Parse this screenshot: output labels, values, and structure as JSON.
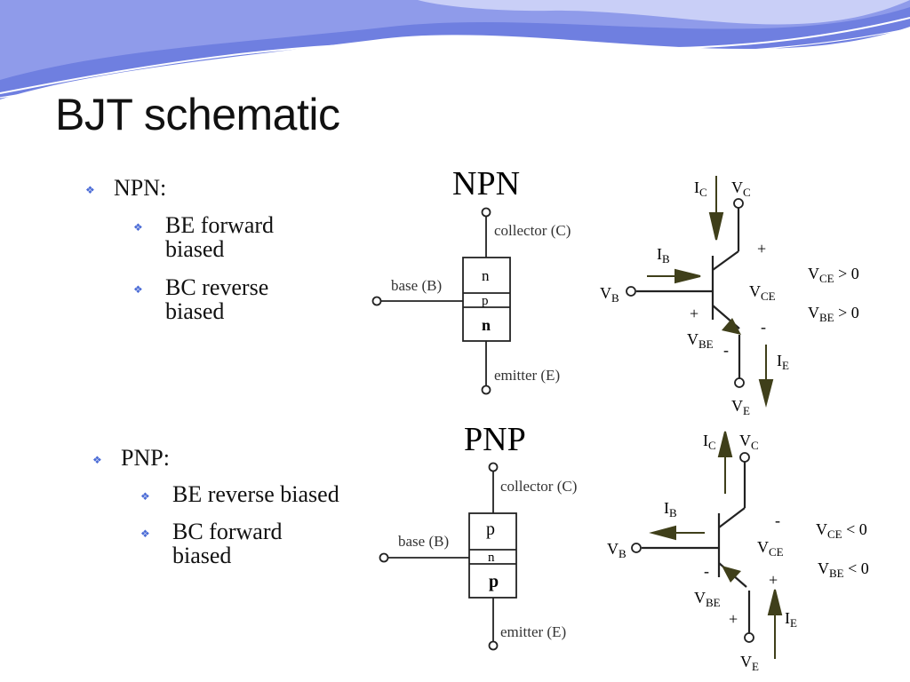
{
  "slide": {
    "title": "BJT schematic",
    "bullet_mark": "❖",
    "npn_section": {
      "heading": "NPN:",
      "items": [
        "BE forward biased",
        "BC reverse biased"
      ]
    },
    "pnp_section": {
      "heading": "PNP:",
      "items": [
        "BE reverse biased",
        "BC forward biased"
      ]
    }
  },
  "npn_diagram": {
    "title": "NPN",
    "collector_label": "collector (C)",
    "base_label": "base (B)",
    "emitter_label": "emitter (E)",
    "layers": [
      "n",
      "p",
      "n"
    ],
    "symbol": {
      "ic": {
        "main": "I",
        "sub": "C"
      },
      "vc": {
        "main": "V",
        "sub": "C"
      },
      "ib": {
        "main": "I",
        "sub": "B"
      },
      "vb": {
        "main": "V",
        "sub": "B"
      },
      "vce": {
        "main": "V",
        "sub": "CE"
      },
      "vbe": {
        "main": "V",
        "sub": "BE"
      },
      "ie": {
        "main": "I",
        "sub": "E"
      },
      "ve": {
        "main": "V",
        "sub": "E"
      },
      "plus": "+",
      "minus": "-",
      "cond_vce": {
        "main": "V",
        "sub": "CE",
        "rest": " > 0"
      },
      "cond_vbe": {
        "main": "V",
        "sub": "BE",
        "rest": " > 0"
      }
    }
  },
  "pnp_diagram": {
    "title": "PNP",
    "collector_label": "collector (C)",
    "base_label": "base (B)",
    "emitter_label": "emitter (E)",
    "layers": [
      "p",
      "n",
      "p"
    ],
    "symbol": {
      "ic": {
        "main": "I",
        "sub": "C"
      },
      "vc": {
        "main": "V",
        "sub": "C"
      },
      "ib": {
        "main": "I",
        "sub": "B"
      },
      "vb": {
        "main": "V",
        "sub": "B"
      },
      "vce": {
        "main": "V",
        "sub": "CE"
      },
      "vbe": {
        "main": "V",
        "sub": "BE"
      },
      "ie": {
        "main": "I",
        "sub": "E"
      },
      "ve": {
        "main": "V",
        "sub": "E"
      },
      "plus": "+",
      "minus": "-",
      "cond_vce": {
        "main": "V",
        "sub": "CE",
        "rest": " < 0"
      },
      "cond_vbe": {
        "main": "V",
        "sub": "BE",
        "rest": " < 0"
      }
    }
  },
  "colors": {
    "banner_dark": "#6f7fe0",
    "banner_light": "#aab5f2",
    "arrow_fill": "#3f3f1a",
    "bullet": "#4a6bd6"
  }
}
